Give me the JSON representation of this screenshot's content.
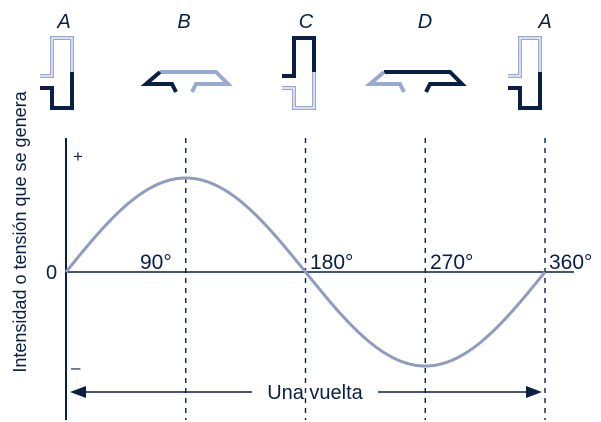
{
  "positions": [
    "A",
    "B",
    "C",
    "D",
    "A"
  ],
  "axis": {
    "y_label": "Intensidad o tensión que se genera",
    "plus": "+",
    "minus": "–",
    "zero": "0"
  },
  "angles": [
    "90°",
    "180°",
    "270°",
    "360°"
  ],
  "span_label": "Una vuelta",
  "colors": {
    "ink": "#0a1f44",
    "curve": "#8f9bbf",
    "coil_light": "#9aa9d0",
    "coil_dark": "#0a1f44"
  },
  "chart_data": {
    "type": "line",
    "x": [
      0,
      90,
      180,
      270,
      360
    ],
    "y": [
      0,
      1,
      0,
      -1,
      0
    ],
    "function": "sine",
    "xlabel": "",
    "ylabel": "Intensidad o tensión que se genera"
  }
}
